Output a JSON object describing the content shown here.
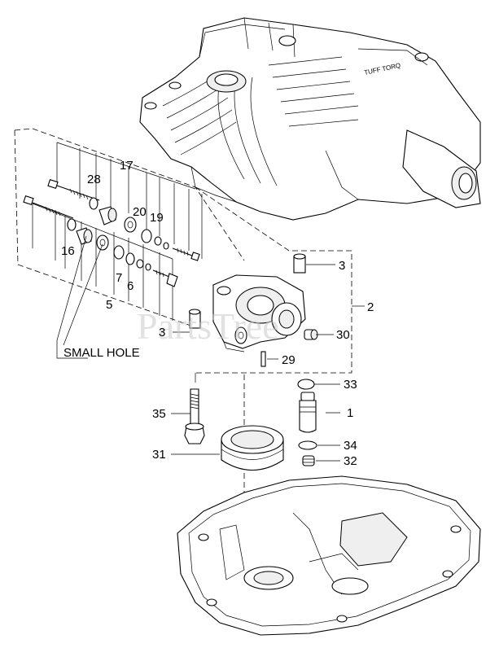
{
  "watermark": "PartsTree",
  "note": "SMALL HOLE",
  "callouts": {
    "c1": "1",
    "c2": "2",
    "c3a": "3",
    "c3b": "3",
    "c5": "5",
    "c6": "6",
    "c7": "7",
    "c16": "16",
    "c17": "17",
    "c19": "19",
    "c20": "20",
    "c28": "28",
    "c29": "29",
    "c30": "30",
    "c31": "31",
    "c32": "32",
    "c33": "33",
    "c34": "34",
    "c35": "35"
  }
}
